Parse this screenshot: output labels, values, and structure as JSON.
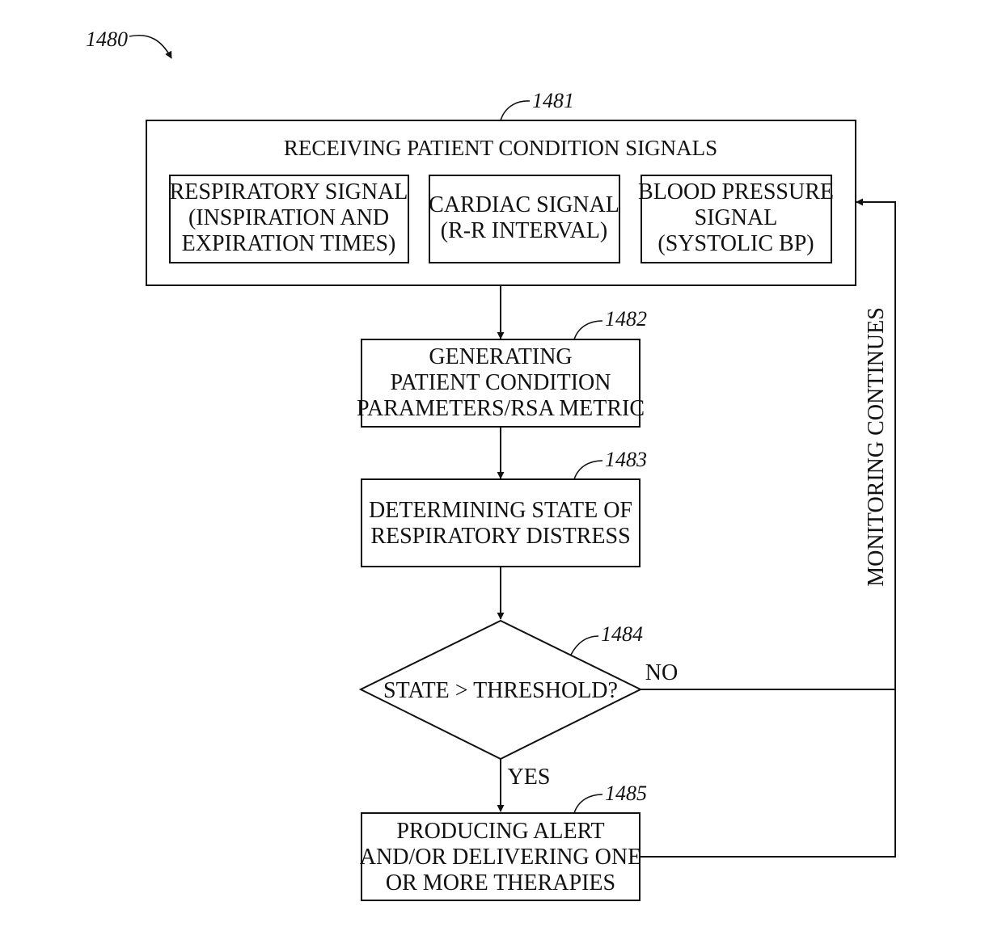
{
  "figure_number": "1480",
  "blocks": {
    "b1481": {
      "ref": "1481",
      "title": "RECEIVING PATIENT CONDITION SIGNALS",
      "sub": [
        {
          "lines": [
            "RESPIRATORY SIGNAL",
            "(INSPIRATION AND",
            "EXPIRATION TIMES)"
          ]
        },
        {
          "lines": [
            "CARDIAC SIGNAL",
            "(R-R INTERVAL)"
          ]
        },
        {
          "lines": [
            "BLOOD PRESSURE",
            "SIGNAL",
            "(SYSTOLIC BP)"
          ]
        }
      ]
    },
    "b1482": {
      "ref": "1482",
      "lines": [
        "GENERATING",
        "PATIENT CONDITION",
        "PARAMETERS/RSA METRIC"
      ]
    },
    "b1483": {
      "ref": "1483",
      "lines": [
        "DETERMINING STATE OF",
        "RESPIRATORY DISTRESS"
      ]
    },
    "b1484": {
      "ref": "1484",
      "text": "STATE > THRESHOLD?",
      "no_label": "NO",
      "yes_label": "YES"
    },
    "b1485": {
      "ref": "1485",
      "lines": [
        "PRODUCING ALERT",
        "AND/OR DELIVERING ONE",
        "OR MORE THERAPIES"
      ]
    }
  },
  "loop_label": "MONITORING CONTINUES"
}
